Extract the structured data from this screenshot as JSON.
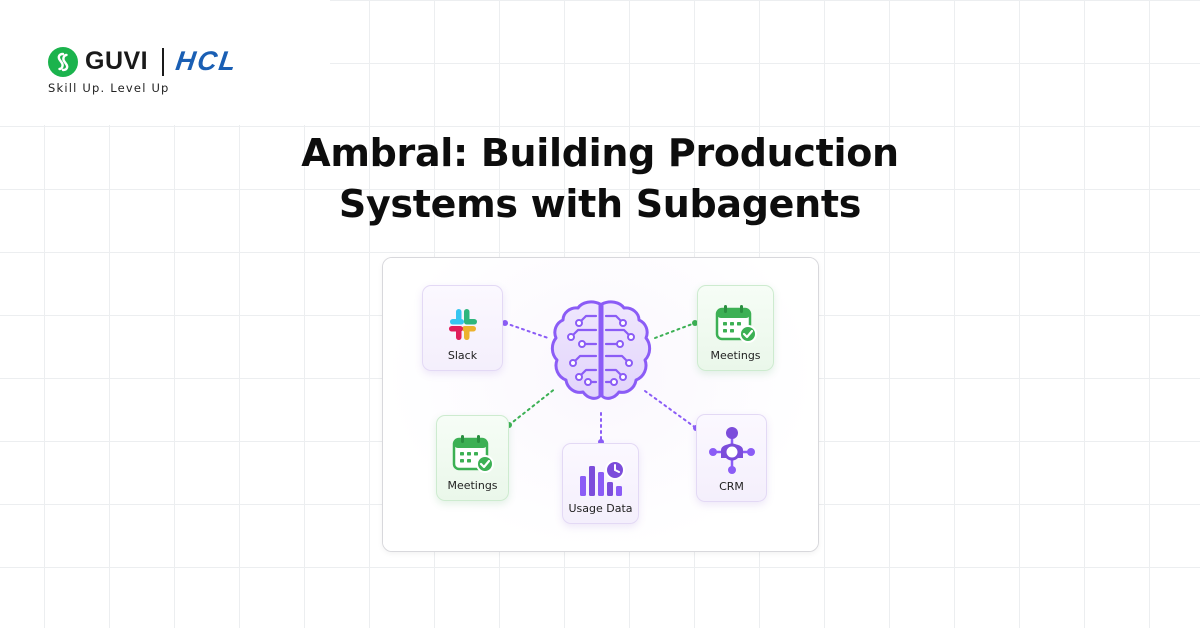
{
  "brand": {
    "guvi": "GUVI",
    "hcl": "HCL",
    "tagline": "Skill Up. Level Up"
  },
  "title": {
    "line1": "Ambral: Building Production",
    "line2": "Systems with Subagents"
  },
  "diagram": {
    "center_icon": "brain-circuit-icon",
    "nodes": [
      {
        "id": "slack",
        "label": "Slack",
        "icon": "slack-icon",
        "theme": "purple"
      },
      {
        "id": "meetings-top",
        "label": "Meetings",
        "icon": "calendar-check-icon",
        "theme": "green"
      },
      {
        "id": "meetings-left",
        "label": "Meetings",
        "icon": "calendar-check-icon",
        "theme": "green"
      },
      {
        "id": "usage-data",
        "label": "Usage Data",
        "icon": "bar-chart-clock-icon",
        "theme": "purple"
      },
      {
        "id": "crm",
        "label": "CRM",
        "icon": "network-person-icon",
        "theme": "purple"
      }
    ]
  },
  "colors": {
    "guvi_green": "#1bb34d",
    "hcl_blue": "#1a5fb4",
    "purple": "#8b5cf6",
    "green": "#3cb054"
  }
}
